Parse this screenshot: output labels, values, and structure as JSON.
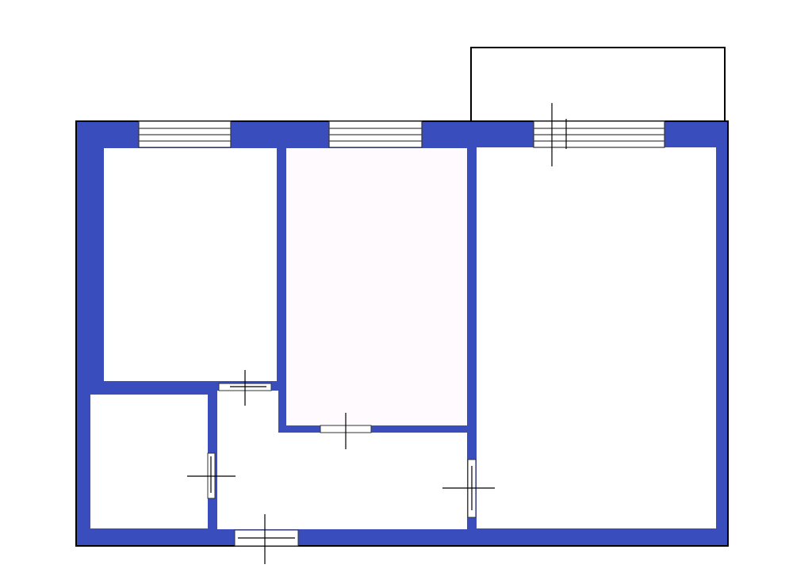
{
  "plan": {
    "wall_color": "#3a4dbd",
    "outline_color": "#000000",
    "background": "#ffffff",
    "rooms": [
      {
        "id": "room-left"
      },
      {
        "id": "room-middle"
      },
      {
        "id": "room-right"
      },
      {
        "id": "room-bathroom"
      },
      {
        "id": "hallway"
      },
      {
        "id": "balcony"
      }
    ],
    "windows": [
      {
        "id": "window-left"
      },
      {
        "id": "window-middle"
      },
      {
        "id": "window-right"
      }
    ],
    "doors": [
      {
        "id": "door-left-room"
      },
      {
        "id": "door-middle-room"
      },
      {
        "id": "door-bathroom"
      },
      {
        "id": "door-right-room"
      },
      {
        "id": "door-entrance"
      },
      {
        "id": "door-balcony"
      }
    ]
  }
}
